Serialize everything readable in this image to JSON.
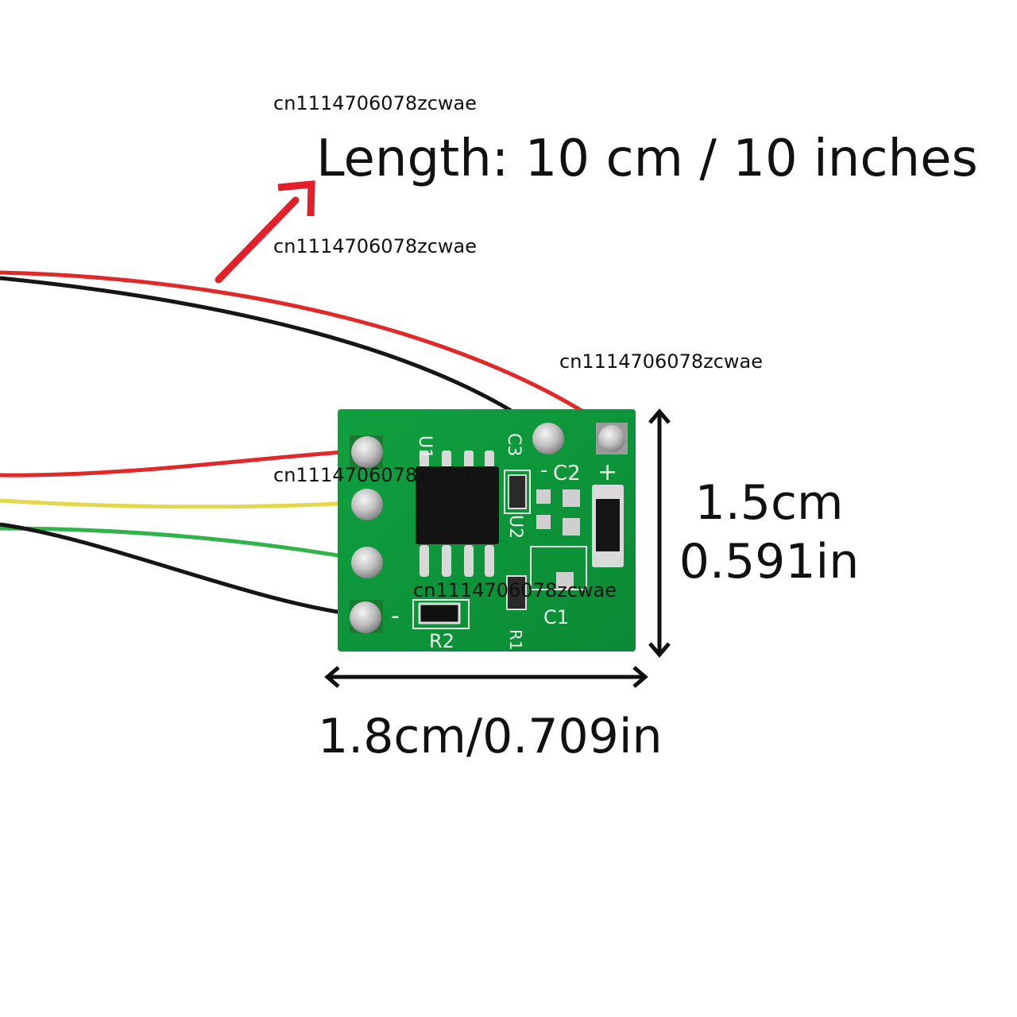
{
  "watermarks": [
    "cn1114706078zcwae",
    "cn1114706078zcwae",
    "cn1114706078zcwae",
    "cn1114706078zcwae",
    "cn1114706078zcwae"
  ],
  "length_label": "Length: 10 cm / 10 inches",
  "height_cm": "1.5cm",
  "height_in": "0.591in",
  "width_label": "1.8cm/0.709in",
  "silkscreen": {
    "u1": "U1",
    "c3": "C3",
    "c2": "C2",
    "plus_top": "+",
    "minus_top": "-",
    "u2": "U2",
    "c1": "C1",
    "r2": "R2",
    "r1": "R1",
    "minus_bottom": "-"
  },
  "colors": {
    "pcb": "#0f9a3c",
    "wire_red": "#e02a2a",
    "wire_black": "#161616",
    "wire_yellow": "#e3d84a",
    "wire_green": "#2fb34a",
    "arrow": "#e3202a"
  }
}
